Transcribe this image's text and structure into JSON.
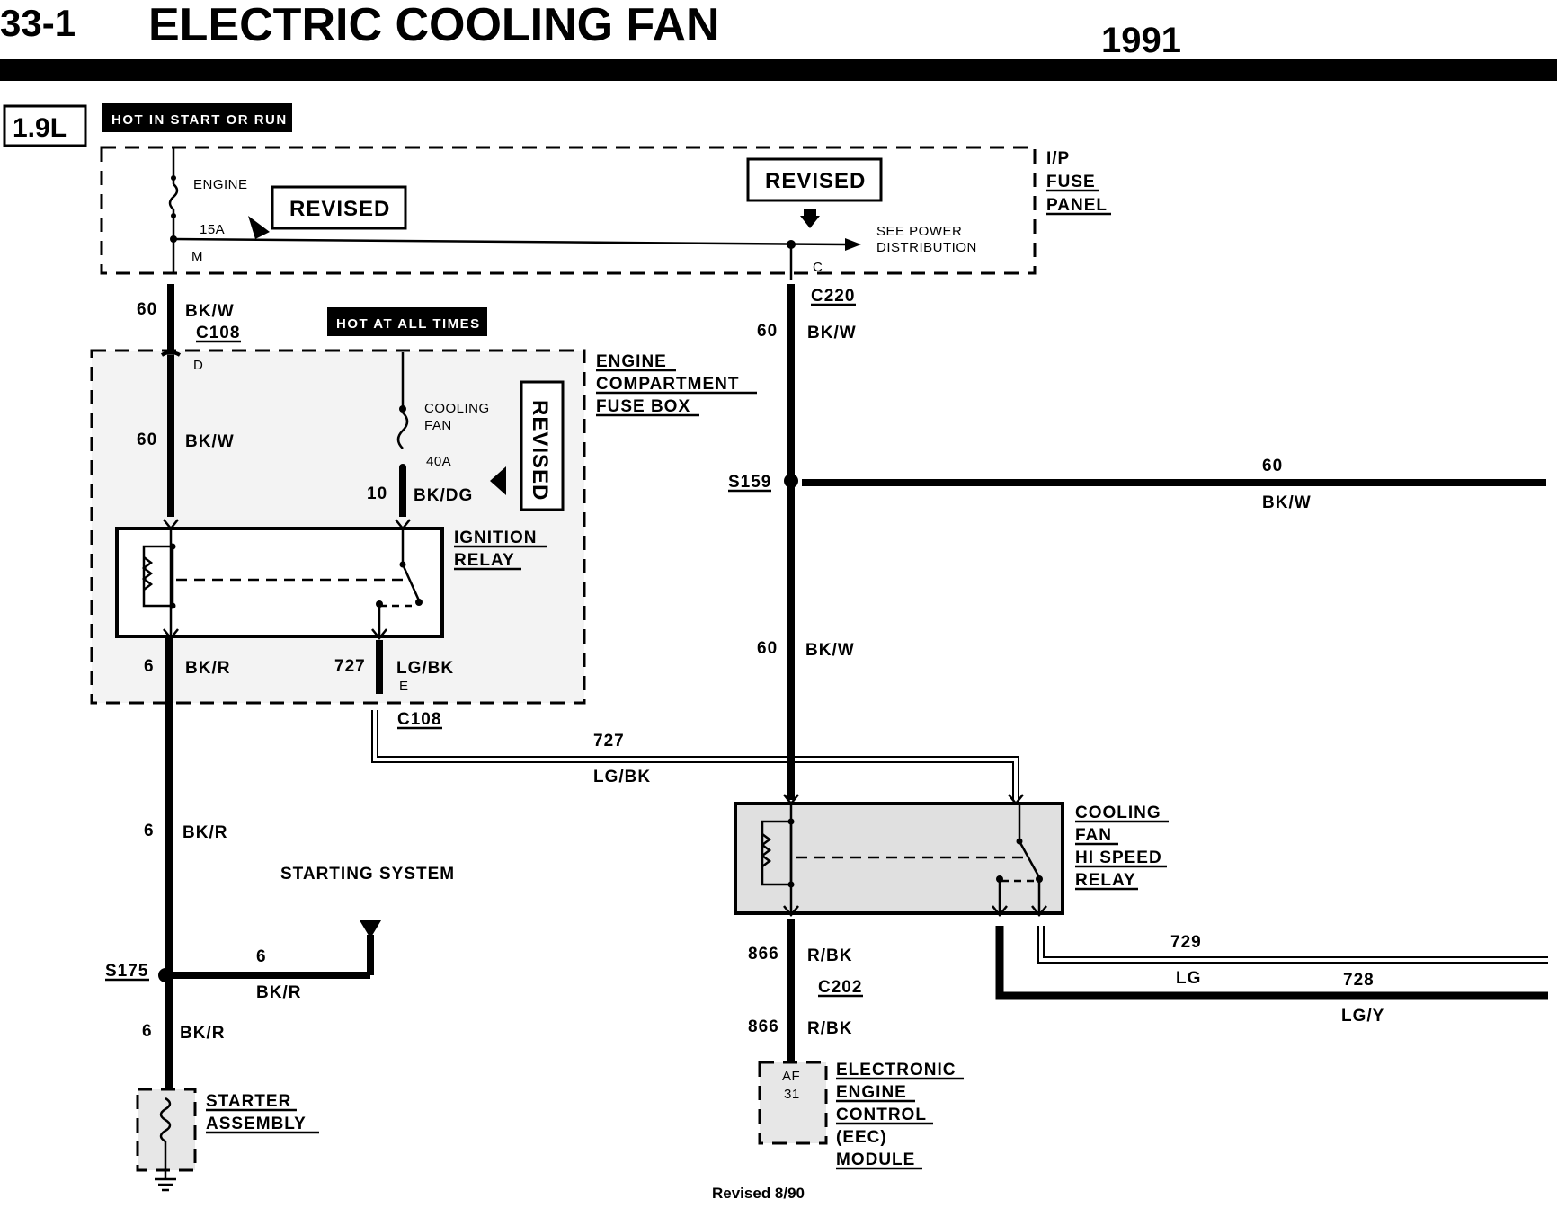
{
  "header": {
    "section_number": "33-1",
    "title": "ELECTRIC COOLING FAN",
    "year": "1991"
  },
  "engine_badge": "1.9L",
  "tags": {
    "hot_start_run": "HOT IN START OR RUN",
    "hot_all_times": "HOT AT ALL TIMES"
  },
  "revised_label": "REVISED",
  "ip_fuse_panel": {
    "label_line1": "I/P",
    "label_line2": "FUSE",
    "label_line3": "PANEL",
    "fuse_name": "ENGINE",
    "fuse_rating": "15A",
    "pin_m": "M",
    "pin_c": "C",
    "see_power_line1": "SEE POWER",
    "see_power_line2": "DISTRIBUTION"
  },
  "engine_fuse_box": {
    "label_line1": "ENGINE",
    "label_line2": "COMPARTMENT",
    "label_line3": "FUSE BOX",
    "fuse_name_line1": "COOLING",
    "fuse_name_line2": "FAN",
    "fuse_rating": "40A",
    "pin_d": "D",
    "pin_e": "E"
  },
  "ignition_relay": {
    "label_line1": "IGNITION",
    "label_line2": "RELAY"
  },
  "cooling_fan_relay": {
    "label_line1": "COOLING",
    "label_line2": "FAN",
    "label_line3": "HI SPEED",
    "label_line4": "RELAY"
  },
  "eec_module": {
    "label_line1": "ELECTRONIC",
    "label_line2": "ENGINE",
    "label_line3": "CONTROL",
    "label_line4": "(EEC)",
    "label_line5": "MODULE",
    "pin_line1": "AF",
    "pin_line2": "31"
  },
  "starter": {
    "label_line1": "STARTER",
    "label_line2": "ASSEMBLY"
  },
  "starting_system": "STARTING SYSTEM",
  "connectors": {
    "c108": "C108",
    "c220": "C220",
    "c202": "C202",
    "s159": "S159",
    "s175": "S175"
  },
  "wires": {
    "w60": "60",
    "bkw": "BK/W",
    "w10": "10",
    "bkdg": "BK/DG",
    "w6": "6",
    "bkr": "BK/R",
    "w727": "727",
    "lgbk": "LG/BK",
    "w866": "866",
    "rbk": "R/BK",
    "w729": "729",
    "lg": "LG",
    "w728": "728",
    "lgy": "LG/Y"
  },
  "footer": "Revised 8/90"
}
